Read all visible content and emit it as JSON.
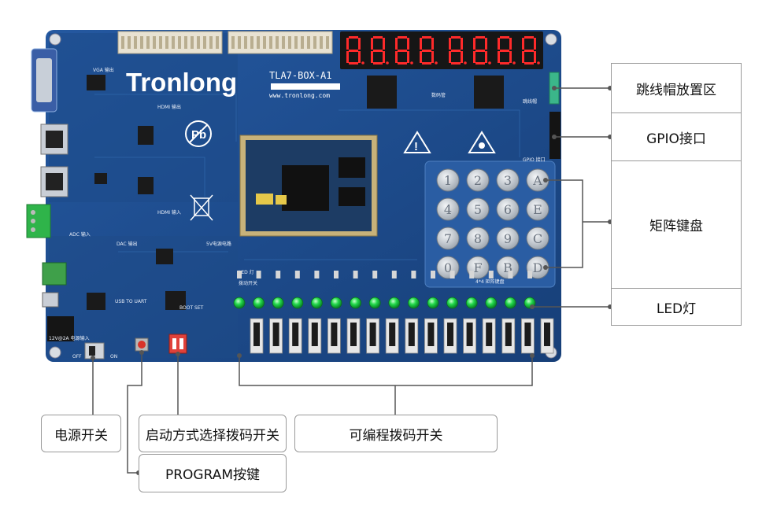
{
  "board": {
    "brand": "Tronlong",
    "model": "TLA7-BOX-A1",
    "website": "www.tronlong.com",
    "silk": {
      "vga": "VGA 输出",
      "hdmi_out": "HDMI 输出",
      "hdmi_in": "HDMI 输入",
      "dac": "DAC 输出",
      "adc": "ADC 输入",
      "usb_uart": "USB TO UART",
      "power5v": "5V电源电路",
      "led": "LED 灯",
      "switch": "拨动开关",
      "keypad": "4*4 矩阵键盘",
      "gpio": "GPIO 接口",
      "jumper": "跳线帽",
      "seg": "数码管",
      "boot": "BOOT SET",
      "power12v": "12V@2A 电源输入",
      "off": "OFF",
      "on": "ON"
    },
    "keys": [
      "1",
      "2",
      "3",
      "A",
      "4",
      "5",
      "6",
      "E",
      "7",
      "8",
      "9",
      "C",
      "0",
      "F",
      "B",
      "D"
    ],
    "led_count": 16,
    "switch_count": 16,
    "seg_digits": 8
  },
  "callouts": {
    "jumper": "跳线帽放置区",
    "gpio": "GPIO接口",
    "keypad": "矩阵键盘",
    "led": "LED灯",
    "power_switch": "电源开关",
    "boot_switch": "启动方式选择拨码开关",
    "program_button": "PROGRAM按键",
    "dip_switch": "可编程拨码开关"
  },
  "colors": {
    "board": "#1f4e8c",
    "board_dark": "#173d70",
    "trace": "#2c63a6",
    "led_green": "#22d84a",
    "seg_red": "#ff2a2a",
    "line": "#555555",
    "box_border": "#9a9a9a"
  }
}
